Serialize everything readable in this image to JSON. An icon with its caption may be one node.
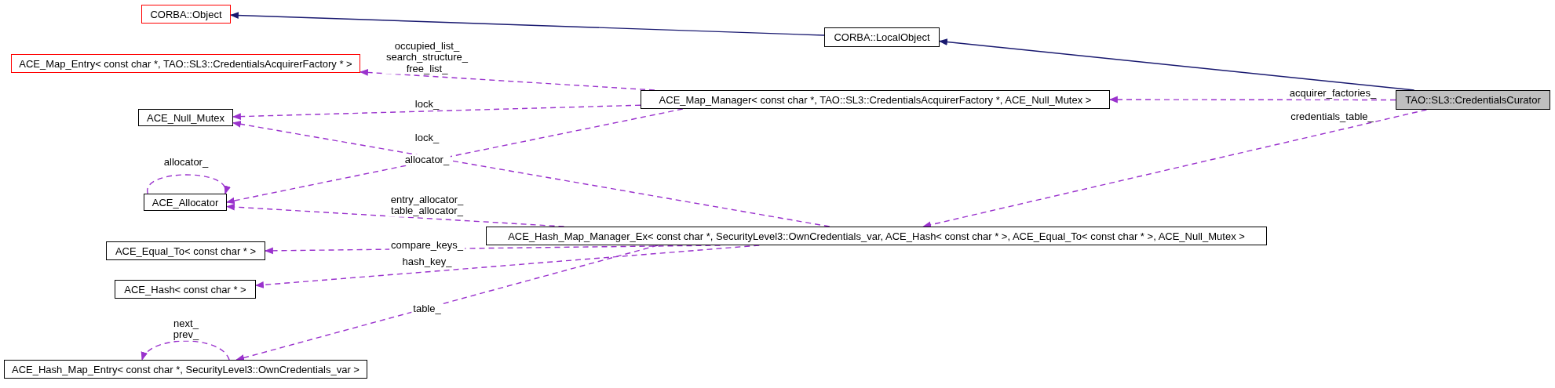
{
  "diagram": {
    "nodes": [
      {
        "text": [
          "CORBA::Object"
        ]
      },
      {
        "text": [
          "CORBA::LocalObject"
        ]
      },
      {
        "text": [
          "TAO::SL3::CredentialsCurator"
        ]
      },
      {
        "text": [
          "ACE_Map_Entry< const char *, TAO::SL3::CredentialsAcquirerFactory * >"
        ]
      },
      {
        "text": [
          "ACE_Map_Manager< const char *, TAO::SL3::CredentialsAcquirerFactory *, ACE_Null_Mutex >"
        ]
      },
      {
        "text": [
          "ACE_Null_Mutex"
        ]
      },
      {
        "text": [
          "ACE_Allocator"
        ]
      },
      {
        "text": [
          "ACE_Hash_Map_Manager_Ex< const char *, SecurityLevel3::OwnCredentials_var, ACE_Hash< const char * >, ACE_Equal_To< const char * >, ACE_Null_Mutex >"
        ]
      },
      {
        "text": [
          "ACE_Equal_To< const char * >"
        ]
      },
      {
        "text": [
          "ACE_Hash< const char * >"
        ]
      },
      {
        "text": [
          "ACE_Hash_Map_Entry< const char *, SecurityLevel3::OwnCredentials_var >"
        ]
      }
    ],
    "edges": [
      {
        "from": 1,
        "to": 0,
        "arrow": "to",
        "color": "#191970"
      },
      {
        "from": 2,
        "to": 1,
        "arrow": "to",
        "color": "#191970"
      },
      {
        "from": 2,
        "to": 4,
        "arrow": "to",
        "label": "acquirer_factories_",
        "style": "dashed"
      },
      {
        "from": 2,
        "to": 7,
        "arrow": "to",
        "label": "credentials_table_",
        "style": "dashed"
      },
      {
        "from": 4,
        "to": 3,
        "arrow": "to",
        "label": "occupied_list_ search_structure_ free_list_",
        "style": "dashed"
      },
      {
        "from": 4,
        "to": 5,
        "arrow": "to",
        "label": "lock_",
        "style": "dashed"
      },
      {
        "from": 4,
        "to": 6,
        "arrow": "to",
        "label": "allocator_",
        "style": "dashed"
      },
      {
        "from": 6,
        "to": 6,
        "arrow": "to",
        "label": "allocator_",
        "style": "dashed"
      },
      {
        "from": 7,
        "to": 5,
        "arrow": "to",
        "label": "lock_",
        "style": "dashed"
      },
      {
        "from": 7,
        "to": 6,
        "arrow": "to",
        "label": "entry_allocator_ table_allocator_",
        "style": "dashed"
      },
      {
        "from": 7,
        "to": 8,
        "arrow": "to",
        "label": "compare_keys_",
        "style": "dashed"
      },
      {
        "from": 7,
        "to": 9,
        "arrow": "to",
        "label": "hash_key_",
        "style": "dashed"
      },
      {
        "from": 7,
        "to": 10,
        "arrow": "to",
        "label": "table_",
        "style": "dashed"
      },
      {
        "from": 10,
        "to": 10,
        "arrow": "to",
        "label": "next_ prev_",
        "style": "dashed"
      }
    ]
  }
}
